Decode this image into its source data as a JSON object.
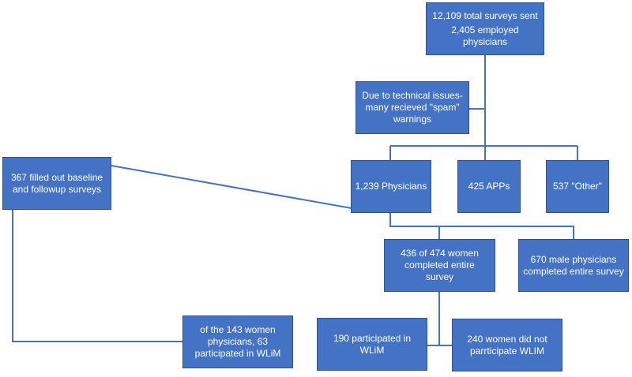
{
  "nodes": {
    "total_surveys": {
      "line1": "12,109 total surveys sent",
      "line2": "2,405 employed physicians"
    },
    "technical_issues": {
      "text": "Due to technical issues- many recieved \"spam\" warnings"
    },
    "physicians": {
      "text": "1,239 Physicians"
    },
    "apps": {
      "text": "425 APPs"
    },
    "other": {
      "text": "537 \"Other\""
    },
    "baseline_followup": {
      "text": "367 filled out baseline and followup surveys"
    },
    "women_completed": {
      "text": "436 of 474 women completed entire survey"
    },
    "male_completed": {
      "text": "670 male physicians completed entire survey"
    },
    "participated_wlim": {
      "text": "190 participated in WLiM"
    },
    "not_participate_wlim": {
      "text": "240 women did not parrticipate WLIM"
    },
    "women_of_143": {
      "text": "of the 143 women physicians, 63 participated in WLiM"
    }
  },
  "colors": {
    "box_fill": "#4472c4",
    "box_border": "#2f528f",
    "connector": "#4472c4",
    "text": "#ffffff"
  }
}
